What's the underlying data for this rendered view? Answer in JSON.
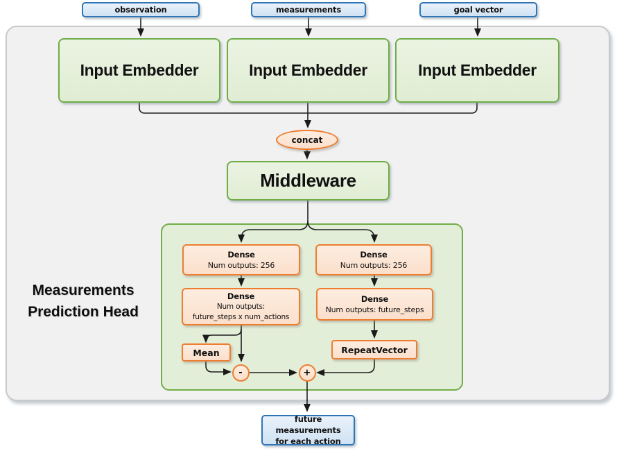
{
  "inputs": [
    {
      "label": "observation"
    },
    {
      "label": "measurements"
    },
    {
      "label": "goal vector"
    }
  ],
  "embedders": [
    "Input Embedder",
    "Input Embedder",
    "Input Embedder"
  ],
  "concat": {
    "label": "concat"
  },
  "middleware": {
    "label": "Middleware"
  },
  "head": {
    "title_line1": "Measurements",
    "title_line2": "Prediction Head",
    "left": {
      "dense1": {
        "title": "Dense",
        "line1": "Num outputs: 256"
      },
      "dense2": {
        "title": "Dense",
        "line1": "Num outputs:",
        "line2": "future_steps x num_actions"
      },
      "mean_label": "Mean",
      "minus_label": "-"
    },
    "right": {
      "dense1": {
        "title": "Dense",
        "line1": "Num outputs: 256"
      },
      "dense2": {
        "title": "Dense",
        "line1": "Num outputs: future_steps"
      },
      "repeat_label": "RepeatVector",
      "plus_label": "+"
    }
  },
  "output": {
    "line1": "future measurements",
    "line2": "for each action"
  },
  "colors": {
    "green_border": "#70AD47",
    "green_fill": "#E5EFDA",
    "orange_border": "#ED7D31",
    "orange_fill": "#FCE4D6",
    "blue_border": "#2E75B6",
    "blue_fill": "#DEEBF7",
    "container_fill": "#F1F1F2",
    "container_border": "#C7CACC",
    "line_color": "#1f1f1f"
  }
}
